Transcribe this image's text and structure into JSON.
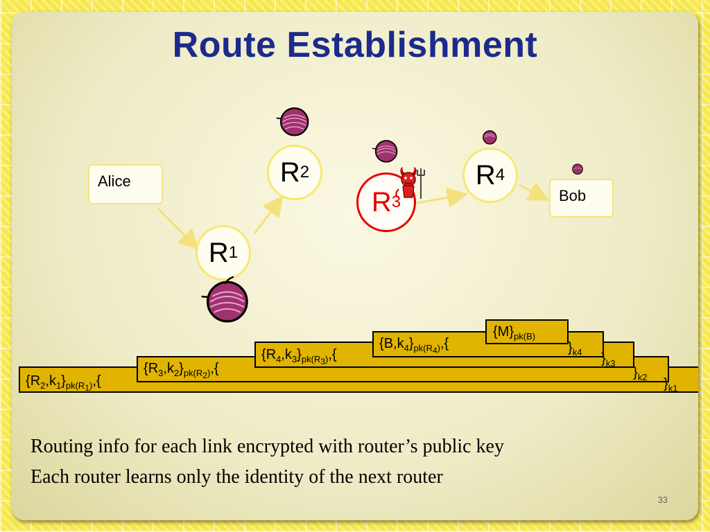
{
  "slide": {
    "title": "Route Establishment",
    "page_number": "33"
  },
  "nodes": {
    "alice": "Alice",
    "bob": "Bob",
    "routers": [
      {
        "letter": "R",
        "sub": "1"
      },
      {
        "letter": "R",
        "sub": "2"
      },
      {
        "letter": "R",
        "sub": "3"
      },
      {
        "letter": "R",
        "sub": "4"
      }
    ]
  },
  "layers": {
    "l1": {
      "lb": "{",
      "id": "R",
      "idsub": "2",
      "comma": ",",
      "key": "k",
      "keysub": "1",
      "rb": "}",
      "pk": "pk(R",
      "pksub": "1",
      "pkend": ")",
      "tail": ",{",
      "close": "}",
      "closesub": "k1"
    },
    "l2": {
      "lb": "{",
      "id": "R",
      "idsub": "3",
      "comma": ",",
      "key": "k",
      "keysub": "2",
      "rb": "}",
      "pk": "pk(R",
      "pksub": "2",
      "pkend": ")",
      "tail": ",{",
      "close": "}",
      "closesub": "k2"
    },
    "l3": {
      "lb": "{",
      "id": "R",
      "idsub": "4",
      "comma": ",",
      "key": "k",
      "keysub": "3",
      "rb": "}",
      "pk": "pk(R",
      "pksub": "3",
      "pkend": ")",
      "tail": ",{",
      "close": "}",
      "closesub": "k3"
    },
    "l4": {
      "lb": "{",
      "id": "B",
      "comma": ",",
      "key": "k",
      "keysub": "4",
      "rb": "}",
      "pk": "pk(R",
      "pksub": "4",
      "pkend": ")",
      "tail": ",{",
      "close": "}",
      "closesub": "k4"
    },
    "l5": {
      "text": "{M}",
      "sub": "pk(B)"
    }
  },
  "bullets": [
    "Routing info for each link encrypted with router’s public key",
    "Each router learns only the identity of the next router"
  ],
  "colors": {
    "title": "#1c2a8c",
    "layer_fill": "#e0b400",
    "evil_router": "#e60000",
    "onion": "#a0326e"
  }
}
